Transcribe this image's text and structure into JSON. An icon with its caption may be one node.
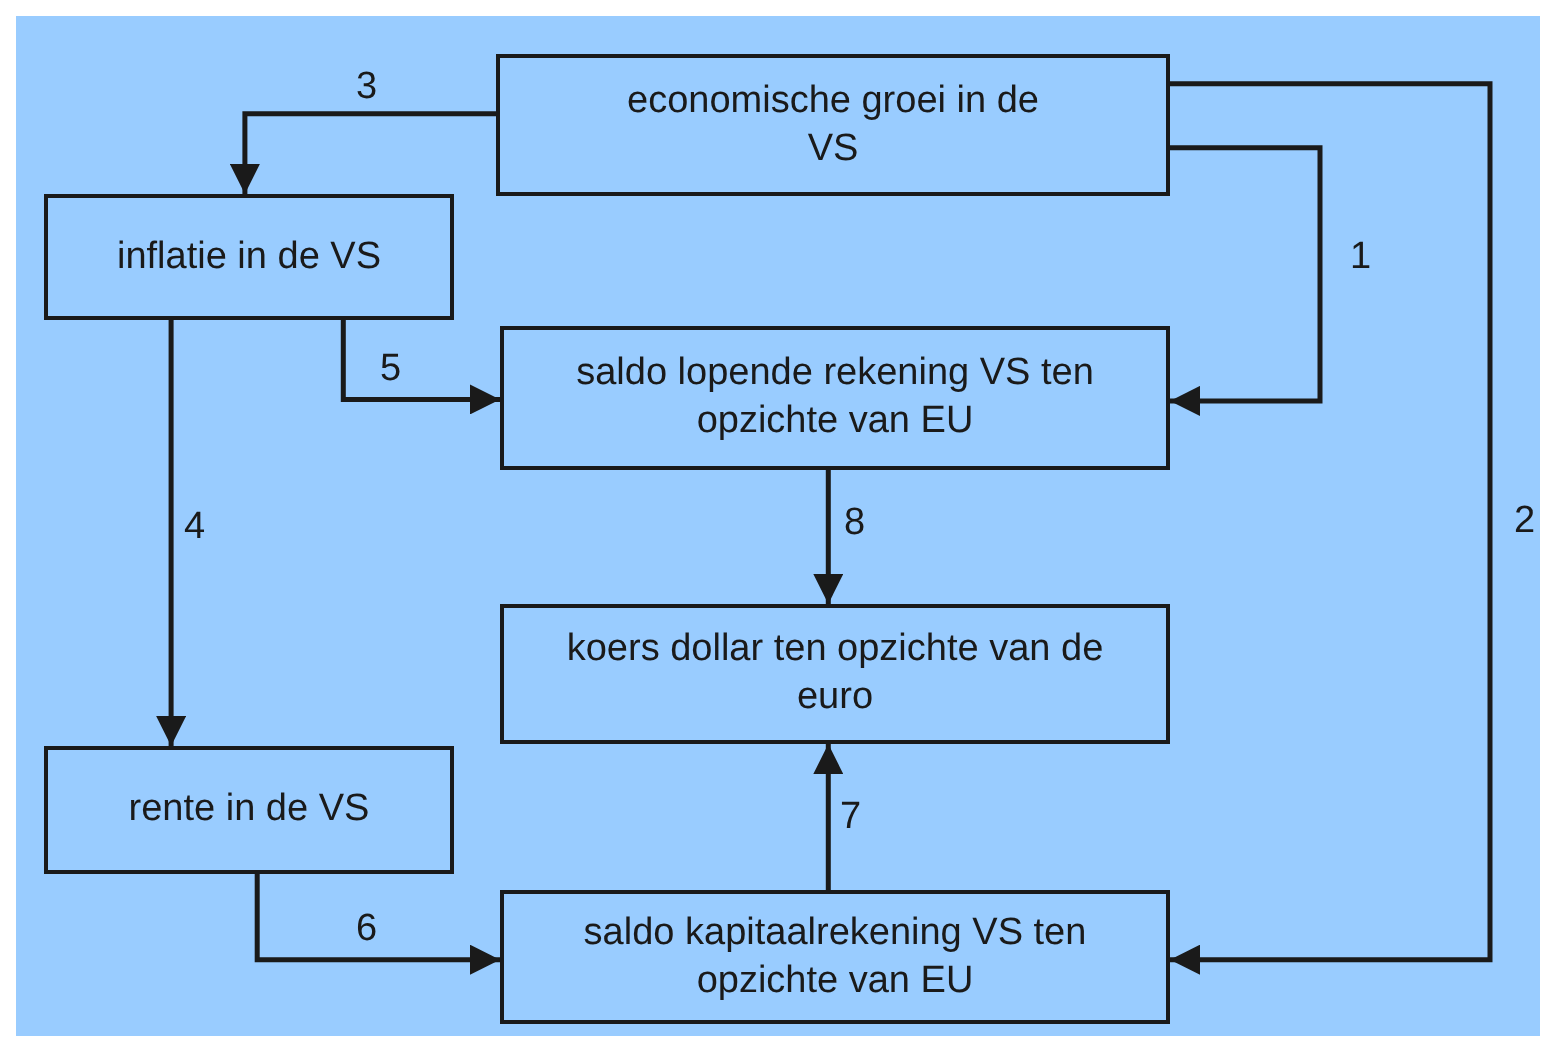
{
  "diagram": {
    "nodes": [
      {
        "text": [
          "economische groei in de VS"
        ]
      },
      {
        "text": [
          "inflatie in de VS"
        ]
      },
      {
        "text": [
          "saldo lopende rekening VS ten opzichte van EU"
        ]
      },
      {
        "text": [
          "koers dollar ten opzichte van de euro"
        ]
      },
      {
        "text": [
          "rente in de VS"
        ]
      },
      {
        "text": [
          "saldo kapitaalrekening VS ten opzichte van EU"
        ]
      }
    ],
    "edges": [
      {
        "from": 0,
        "to": 2,
        "arrow": "to",
        "label": "1"
      },
      {
        "from": 0,
        "to": 5,
        "arrow": "to",
        "label": "2"
      },
      {
        "from": 0,
        "to": 1,
        "arrow": "to",
        "label": "3"
      },
      {
        "from": 1,
        "to": 4,
        "arrow": "to",
        "label": "4"
      },
      {
        "from": 1,
        "to": 2,
        "arrow": "to",
        "label": "5"
      },
      {
        "from": 4,
        "to": 5,
        "arrow": "to",
        "label": "6"
      },
      {
        "from": 5,
        "to": 3,
        "arrow": "to",
        "label": "7"
      },
      {
        "from": 2,
        "to": 3,
        "arrow": "to",
        "label": "8"
      }
    ]
  }
}
